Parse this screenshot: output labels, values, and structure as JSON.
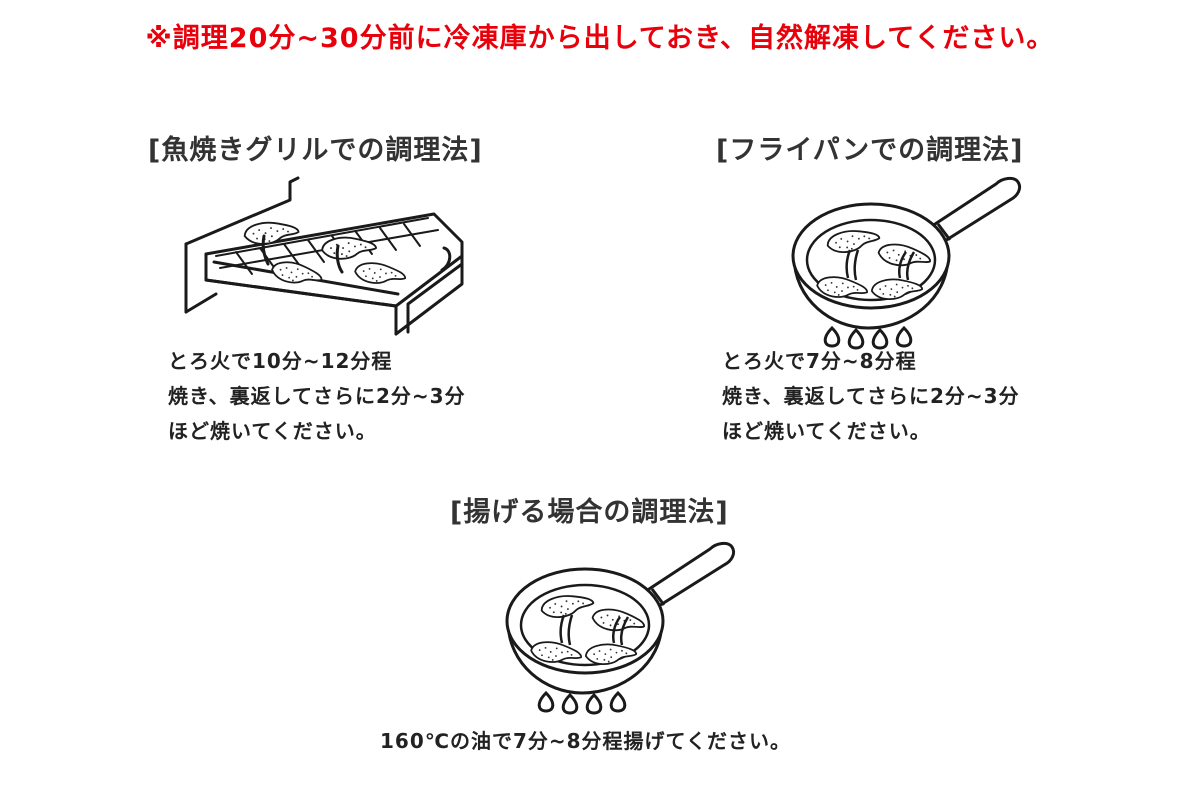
{
  "notice": "※調理20分~30分前に冷凍庫から出しておき、自然解凍してください。",
  "sections": {
    "grill": {
      "title": "[魚焼きグリルでの調理法]",
      "lines": [
        "とろ火で10分~12分程",
        "焼き、裏返してさらに2分~3分",
        "ほど焼いてください。"
      ],
      "icon": "grill-tray-icon"
    },
    "frypan": {
      "title": "[フライパンでの調理法]",
      "lines": [
        "とろ火で7分~8分程",
        "焼き、裏返してさらに2分~3分",
        "ほど焼いてください。"
      ],
      "icon": "frying-pan-icon"
    },
    "deepfry": {
      "title": "[揚げる場合の調理法]",
      "lines": [
        "160℃の油で7分~8分程揚げてください。"
      ],
      "icon": "frying-pan-icon"
    }
  },
  "colors": {
    "notice": "#e8000b",
    "text": "#222222",
    "heading": "#333333",
    "line": "#1a1a1a"
  }
}
